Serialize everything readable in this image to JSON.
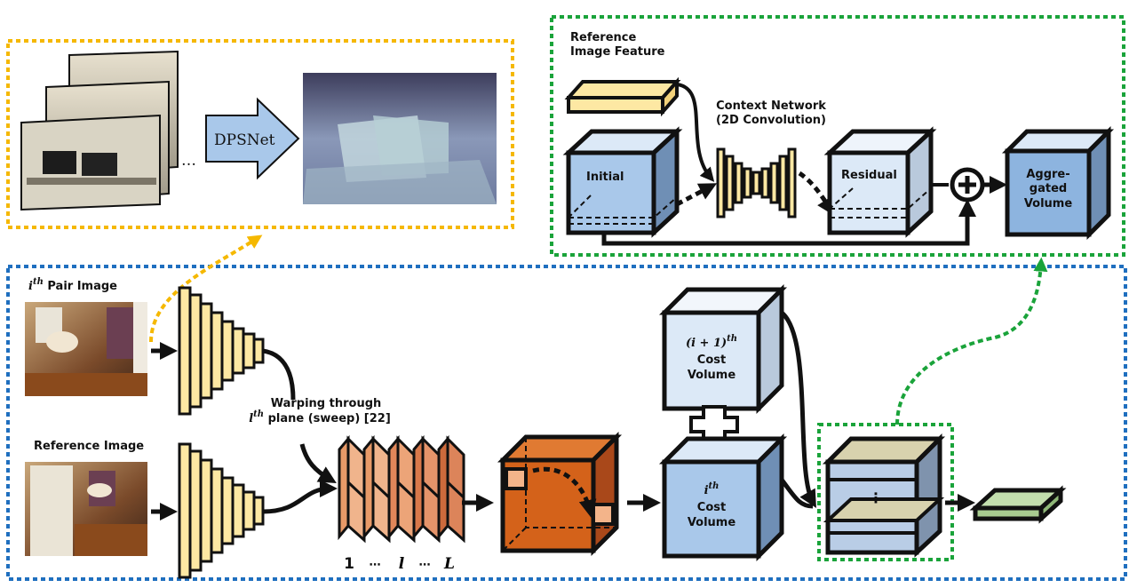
{
  "top_left": {
    "network_label": "DPSNet",
    "ellipsis": "…"
  },
  "context_panel": {
    "reference_feature_line1": "Reference",
    "reference_feature_line2": "Image Feature",
    "context_title": "Context Network",
    "context_subtitle": "(2D Convolution)",
    "initial_label": "Initial",
    "residual_label": "Residual",
    "aggregated_line1": "Aggre-",
    "aggregated_line2": "gated",
    "aggregated_line3": "Volume"
  },
  "main_panel": {
    "pair_image_base": "i",
    "pair_image_sup": "th",
    "pair_image_label": " Pair Image",
    "reference_image_label": "Reference Image",
    "warping_line1": "Warping through",
    "warping_base": "l",
    "warping_sup": "th",
    "warping_line2": " plane (sweep) [22]",
    "plane_index_first": "1",
    "plane_index_dots1": "⋯",
    "plane_index_mid": "l",
    "plane_index_dots2": "⋯",
    "plane_index_last": "L",
    "next_cost_prefix": "(i + 1)",
    "next_cost_sup": "th",
    "next_cost_line2": "Cost",
    "next_cost_line3": "Volume",
    "cost_base": "i",
    "cost_sup": "th",
    "cost_line2": "Cost",
    "cost_line3": "Volume",
    "stack_dots": "⋮"
  },
  "colors": {
    "orange_border": "#f5b800",
    "green_border": "#1aa33a",
    "blue_border": "#1f6fbf",
    "feature_yellow": "#fde8a3",
    "cube_blue": "#a9c8ea",
    "cube_light_blue": "#dce9f7",
    "cube_orange": "#d4621a",
    "slice_peach": "#f0b48c",
    "output_green": "#c3dfae"
  }
}
